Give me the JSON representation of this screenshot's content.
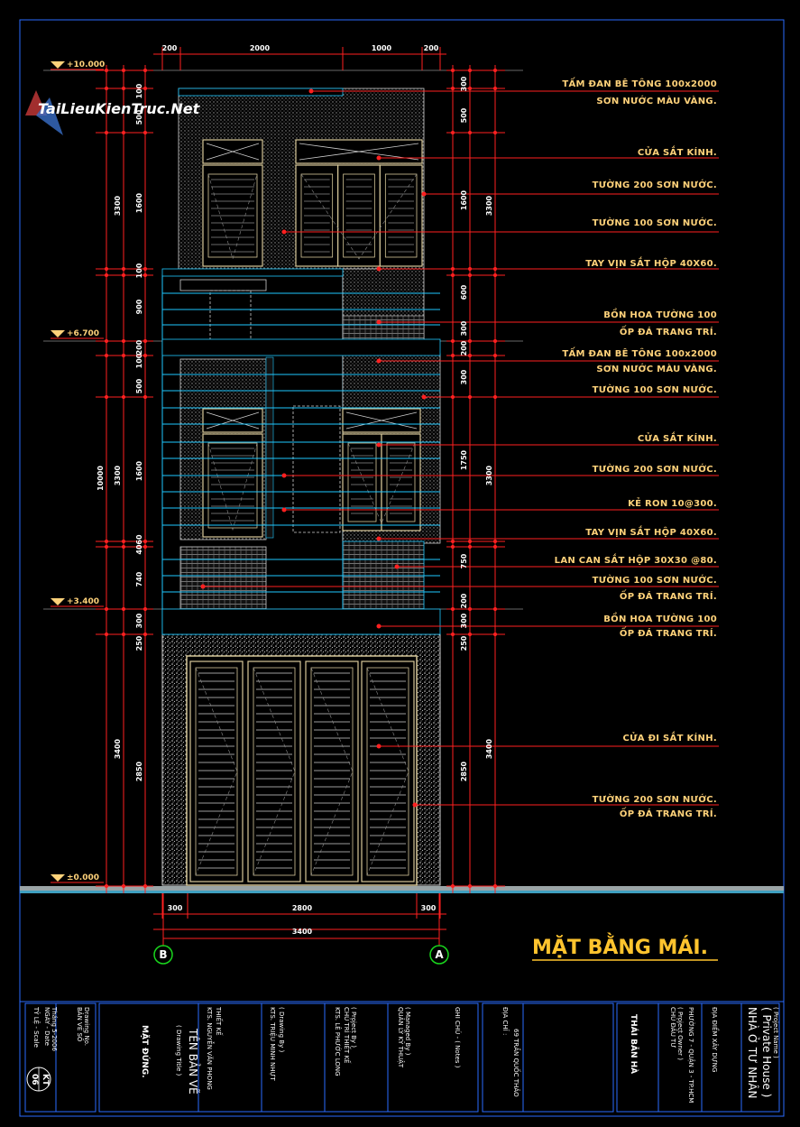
{
  "watermark": "TaiLieuKienTruc.Net",
  "title": "MẶT BẰNG MÁI.",
  "levels": [
    "+10.000",
    "+6.700",
    "+3.400",
    "±0.000"
  ],
  "axes": [
    "B",
    "A"
  ],
  "dims_top": [
    "200",
    "2000",
    "1000",
    "200"
  ],
  "dims_bottom": [
    "300",
    "2800",
    "300"
  ],
  "dim_total_bottom": "3400",
  "dims_left_total": "10000",
  "dims_left_floors": [
    "3300",
    "3300",
    "3400"
  ],
  "dims_left_inner": [
    "100",
    "500",
    "1600",
    "100",
    "900",
    "200",
    "100",
    "500",
    "1600",
    "60",
    "40",
    "740",
    "300",
    "250",
    "2850"
  ],
  "dims_right_inner": [
    "300",
    "500",
    "1600",
    "600",
    "300",
    "200",
    "300",
    "1750",
    "750",
    "200",
    "300",
    "250",
    "2850"
  ],
  "dims_right_floors": [
    "3300",
    "3300",
    "3400"
  ],
  "notes": [
    "TẤM ĐAN BÊ TÔNG 100x2000",
    "SƠN NƯỚC MÀU VÀNG.",
    "CỬA SẮT KÍNH.",
    "TƯỜNG 200 SƠN NƯỚC.",
    "TƯỜNG 100 SƠN NƯỚC.",
    "TAY VỊN SẮT HỘP 40X60.",
    "BỒN HOA TƯỜNG 100",
    "ỐP ĐÁ TRANG TRÍ.",
    "TẤM ĐAN BÊ TÔNG 100x2000",
    "SƠN NƯỚC MÀU VÀNG.",
    "TƯỜNG 100 SƠN NƯỚC.",
    "CỬA SẮT KÍNH.",
    "TƯỜNG 200 SƠN NƯỚC.",
    "KẺ RON 10@300.",
    "TAY VỊN SẮT HỘP 40X60.",
    "LAN CAN SẮT HỘP 30X30 @80.",
    "TƯỜNG 100 SƠN NƯỚC.",
    "ỐP ĐÁ TRANG TRÍ.",
    "BỒN HOA TƯỜNG 100",
    "ỐP ĐÁ TRANG TRÍ.",
    "CỬA ĐI SẮT KÍNH.",
    "TƯỜNG 200 SƠN NƯỚC.",
    "ỐP ĐÁ TRANG TRÍ."
  ],
  "title_block": {
    "scale_label": "TỶ LỆ - Scale",
    "date_label": "NGÀY - Date",
    "date_value": "Tháng 5-2006",
    "sheet_label": "BẢN VẼ SỐ",
    "sheet_label_en": "Drawing No.",
    "sheet_code": "KT",
    "sheet_number": "06",
    "drawing_name": "MẶT ĐỨNG.",
    "title_label": "TÊN BẢN VẼ",
    "title_label_en": "( Drawing Title )",
    "architect_1": "KTS. NGUYỄN VĂN PHONG",
    "architect_1_role": "THIẾT KẾ",
    "architect_2": "KTS. TRIỆU MINH NHỰT",
    "architect_2_role": "( Drawing By )",
    "architect_3": "KTS. LÊ PHƯỚC LONG",
    "architect_3_role": "CHỦ TRÌ THIẾT KẾ",
    "architect_3_role_en": "( Project By )",
    "manager_role": "QUẢN LÝ KỸ THUẬT",
    "manager_role_en": "( Managed By )",
    "notes_label": "GHI CHÚ - ( Notes )",
    "address_label": "ĐỊA CHỈ :",
    "address_value": "69 TRẦN QUỐC THẢO",
    "owner": "THÁI BẢN HÀ",
    "owner_label": "CHỦ ĐẦU TƯ",
    "owner_label_en": "( Project Owner )",
    "location": "PHƯỜNG 7 - QUẬN 3 - TP.HCM",
    "location_label": "ĐỊA ĐIỂM XÂY DỰNG",
    "project": "NHÀ Ở TƯ NHÂN",
    "project_en": "( Private House )",
    "project_label": "( Project Name )"
  },
  "colors": {
    "background": "#000000",
    "dimension": "#ff2020",
    "note_text": "#ffd27a",
    "title": "#ffc42e",
    "glass": "#1ec8ff",
    "frame": "#d8c99a",
    "border": "#2a6cff"
  }
}
